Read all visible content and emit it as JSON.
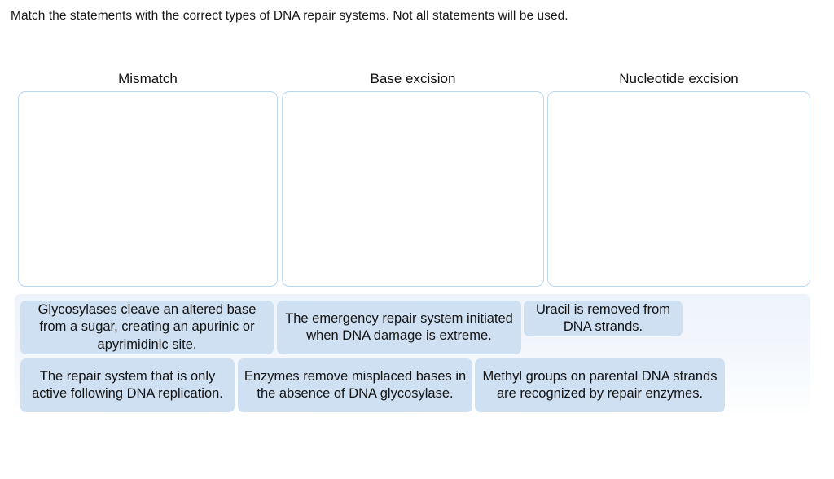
{
  "instruction": "Match the statements with the correct types of DNA repair systems. Not all statements will be used.",
  "columns": [
    {
      "label": "Mismatch"
    },
    {
      "label": "Base excision"
    },
    {
      "label": "Nucleotide excision"
    }
  ],
  "dropzones": [
    {
      "placed_items": []
    },
    {
      "placed_items": []
    },
    {
      "placed_items": []
    }
  ],
  "tile_bank": {
    "rows": [
      {
        "tiles": [
          {
            "text": "Glycosylases cleave an altered base from a sugar, creating an apurinic or apyrimidinic site."
          },
          {
            "text": "The emergency repair system initiated when DNA damage is extreme."
          },
          {
            "text": "Uracil is removed from DNA strands."
          }
        ]
      },
      {
        "tiles": [
          {
            "text": "The repair system that is only active following DNA replication."
          },
          {
            "text": "Enzymes remove misplaced bases in the absence of DNA glycosylase."
          },
          {
            "text": "Methyl groups on parental DNA strands are recognized by repair enzymes."
          }
        ]
      }
    ]
  },
  "colors": {
    "page_background": "#ffffff",
    "text": "#131313",
    "dropzone_border": "#bcd7f0",
    "tile_background": "#cfe0f3",
    "bank_background": "#eef4fb"
  }
}
